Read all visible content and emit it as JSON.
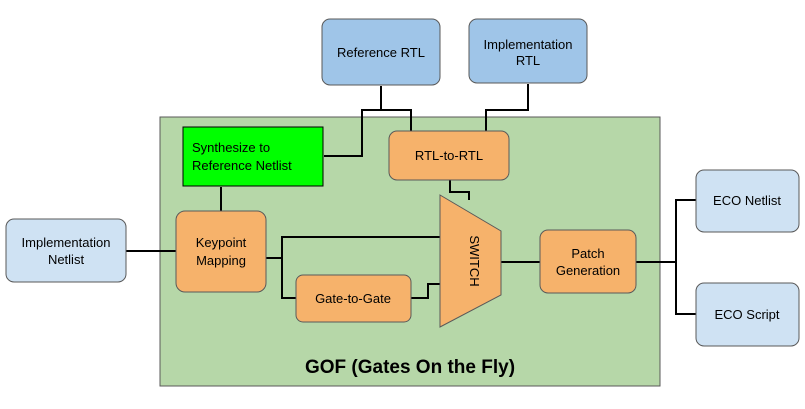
{
  "diagram": {
    "container": {
      "label": "GOF (Gates On the Fly)"
    },
    "inputs": {
      "reference_rtl": {
        "label": "Reference RTL"
      },
      "implementation_rtl": {
        "line1": "Implementation",
        "line2": "RTL"
      },
      "implementation_netlist": {
        "line1": "Implementation",
        "line2": "Netlist"
      }
    },
    "blocks": {
      "synthesize": {
        "line1": "Synthesize to",
        "line2": "Reference Netlist"
      },
      "rtl_to_rtl": {
        "label": "RTL-to-RTL"
      },
      "keypoint_mapping": {
        "line1": "Keypoint",
        "line2": "Mapping"
      },
      "gate_to_gate": {
        "label": "Gate-to-Gate"
      },
      "switch": {
        "label": "SWITCH"
      },
      "patch_generation": {
        "line1": "Patch",
        "line2": "Generation"
      }
    },
    "outputs": {
      "eco_netlist": {
        "label": "ECO Netlist"
      },
      "eco_script": {
        "label": "ECO Script"
      }
    },
    "colors": {
      "container_fill": "#b6d7a8",
      "blue_fill": "#9fc5e8",
      "light_blue_fill": "#cfe2f3",
      "orange_fill": "#f6b26b",
      "green_fill": "#00ff00",
      "stroke": "#595959"
    }
  }
}
